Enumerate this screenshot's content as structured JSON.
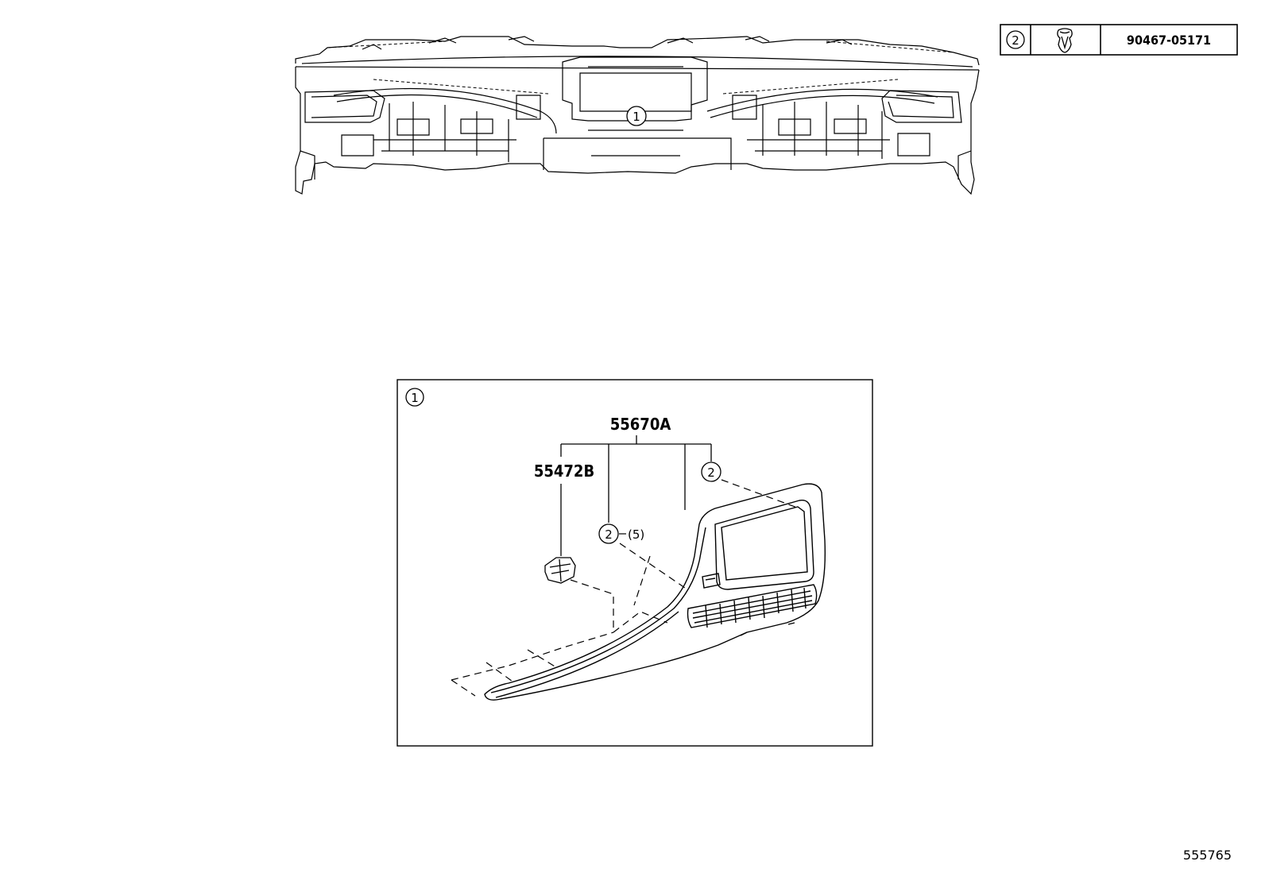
{
  "legend": {
    "callout": "2",
    "part_number": "90467-05171",
    "icon": "clip-icon"
  },
  "top_view": {
    "callout": "1"
  },
  "detail": {
    "callout": "1",
    "label_a": "55670A",
    "label_b": "55472B",
    "callout_upper": "2",
    "callout_lower": "2",
    "quantity_note": "(5)"
  },
  "footer": {
    "diagram_id": "555765"
  }
}
